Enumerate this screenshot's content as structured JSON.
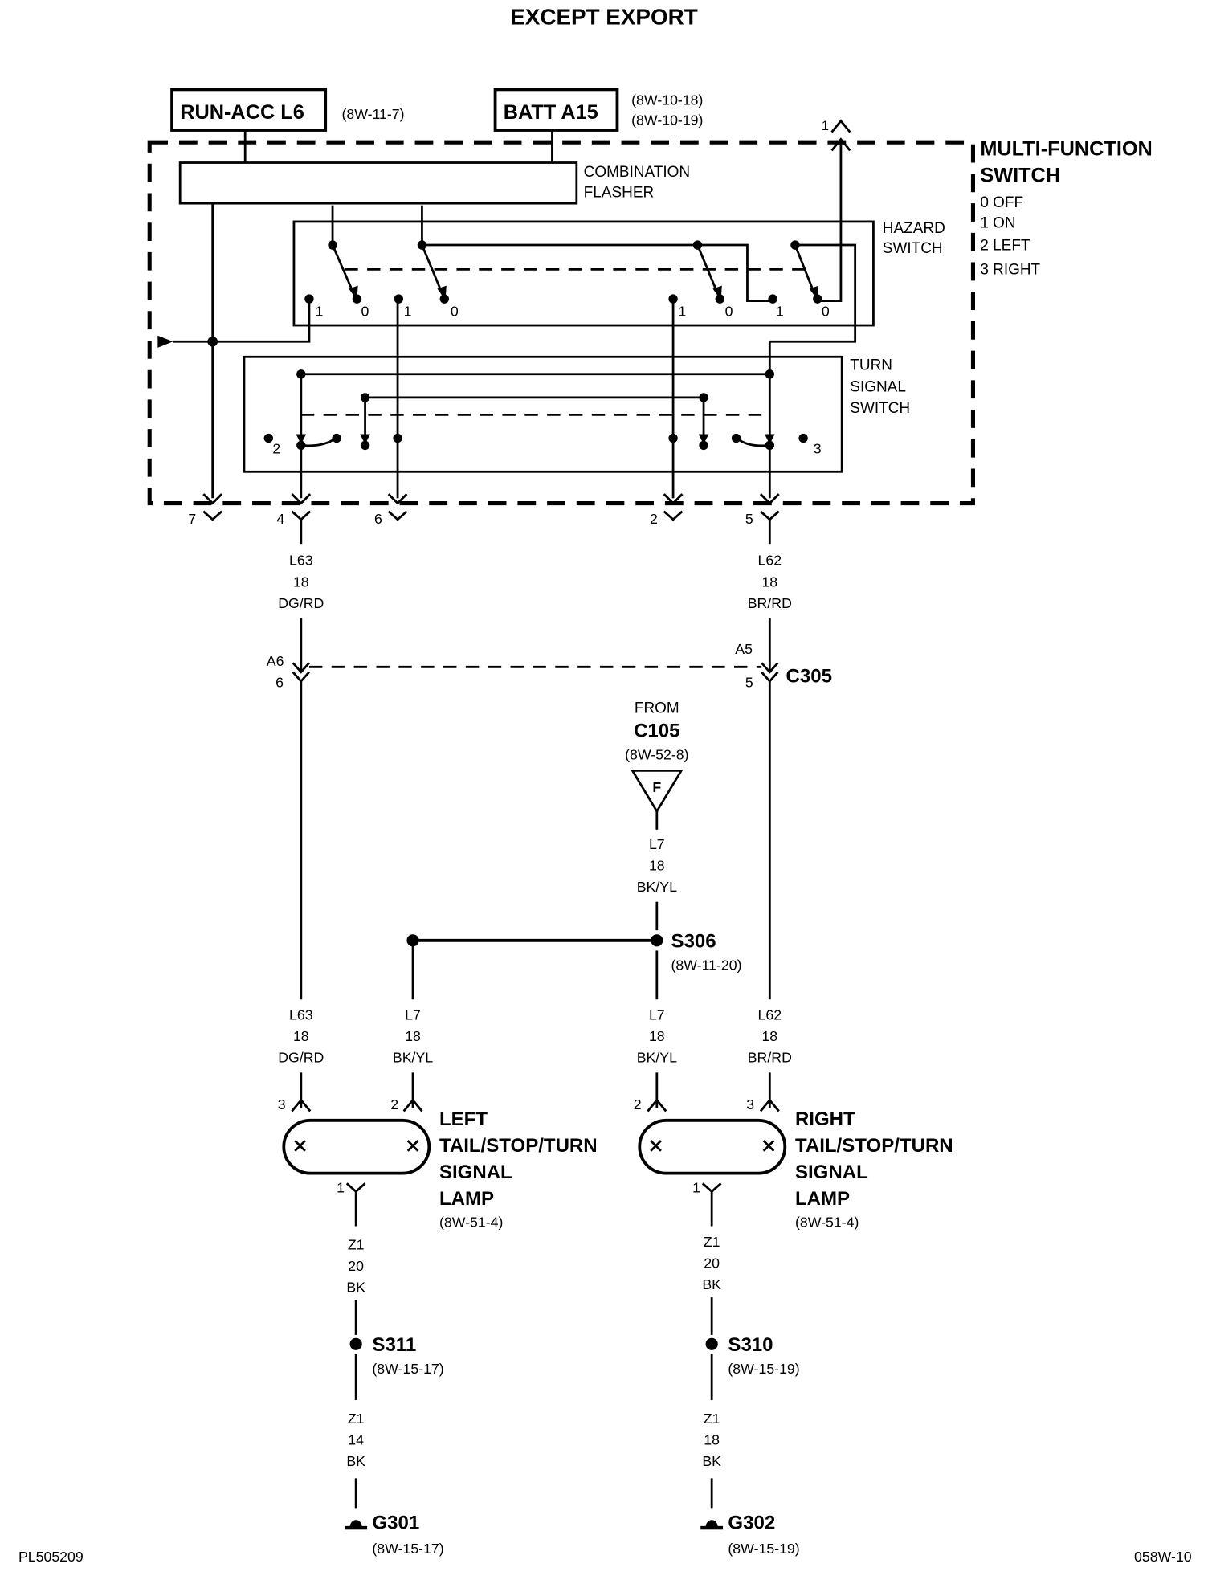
{
  "title": "EXCEPT EXPORT",
  "sources": {
    "run_acc": {
      "label": "RUN-ACC L6",
      "ref": "(8W-11-7)"
    },
    "batt": {
      "label": "BATT A15",
      "ref1": "(8W-10-18)",
      "ref2": "(8W-10-19)"
    }
  },
  "multifunction_switch": {
    "title_line1": "MULTI-FUNCTION",
    "title_line2": "SWITCH",
    "positions": [
      "0 OFF",
      "1 ON",
      "2 LEFT",
      "3 RIGHT"
    ],
    "top_pin": "1",
    "flasher": {
      "line1": "COMBINATION",
      "line2": "FLASHER"
    },
    "hazard": {
      "line1": "HAZARD",
      "line2": "SWITCH",
      "contacts": [
        "1",
        "0",
        "1",
        "0",
        "1",
        "0",
        "1",
        "0"
      ]
    },
    "turn": {
      "line1": "TURN",
      "line2": "SIGNAL",
      "line3": "SWITCH",
      "left_pos": "2",
      "right_pos": "3"
    },
    "bottom_pins": [
      "7",
      "4",
      "6",
      "2",
      "5"
    ]
  },
  "wires": {
    "l63_upper": {
      "circuit": "L63",
      "gauge": "18",
      "color": "DG/RD"
    },
    "l62_upper": {
      "circuit": "L62",
      "gauge": "18",
      "color": "BR/RD"
    },
    "l7_from": {
      "circuit": "L7",
      "gauge": "18",
      "color": "BK/YL"
    },
    "l63_lower": {
      "circuit": "L63",
      "gauge": "18",
      "color": "DG/RD"
    },
    "l7_left": {
      "circuit": "L7",
      "gauge": "18",
      "color": "BK/YL"
    },
    "l7_right": {
      "circuit": "L7",
      "gauge": "18",
      "color": "BK/YL"
    },
    "l62_lower": {
      "circuit": "L62",
      "gauge": "18",
      "color": "BR/RD"
    },
    "z1_left_upper": {
      "circuit": "Z1",
      "gauge": "20",
      "color": "BK"
    },
    "z1_right_upper": {
      "circuit": "Z1",
      "gauge": "20",
      "color": "BK"
    },
    "z1_left_lower": {
      "circuit": "Z1",
      "gauge": "14",
      "color": "BK"
    },
    "z1_right_lower": {
      "circuit": "Z1",
      "gauge": "18",
      "color": "BK"
    }
  },
  "c305": {
    "label": "C305",
    "left_top": "A6",
    "left_bottom": "6",
    "right_top": "A5",
    "right_bottom": "5"
  },
  "c105": {
    "from": "FROM",
    "label": "C105",
    "ref": "(8W-52-8)",
    "pin": "F"
  },
  "s306": {
    "label": "S306",
    "ref": "(8W-11-20)"
  },
  "left_lamp": {
    "line1": "LEFT",
    "line2": "TAIL/STOP/TURN",
    "line3": "SIGNAL",
    "line4": "LAMP",
    "ref": "(8W-51-4)",
    "pin_a": "3",
    "pin_b": "2",
    "pin_gnd": "1"
  },
  "right_lamp": {
    "line1": "RIGHT",
    "line2": "TAIL/STOP/TURN",
    "line3": "SIGNAL",
    "line4": "LAMP",
    "ref": "(8W-51-4)",
    "pin_a": "2",
    "pin_b": "3",
    "pin_gnd": "1"
  },
  "s311": {
    "label": "S311",
    "ref": "(8W-15-17)"
  },
  "s310": {
    "label": "S310",
    "ref": "(8W-15-19)"
  },
  "g301": {
    "label": "G301",
    "ref": "(8W-15-17)"
  },
  "g302": {
    "label": "G302",
    "ref": "(8W-15-19)"
  },
  "footer": {
    "left": "PL505209",
    "right": "058W-10"
  }
}
